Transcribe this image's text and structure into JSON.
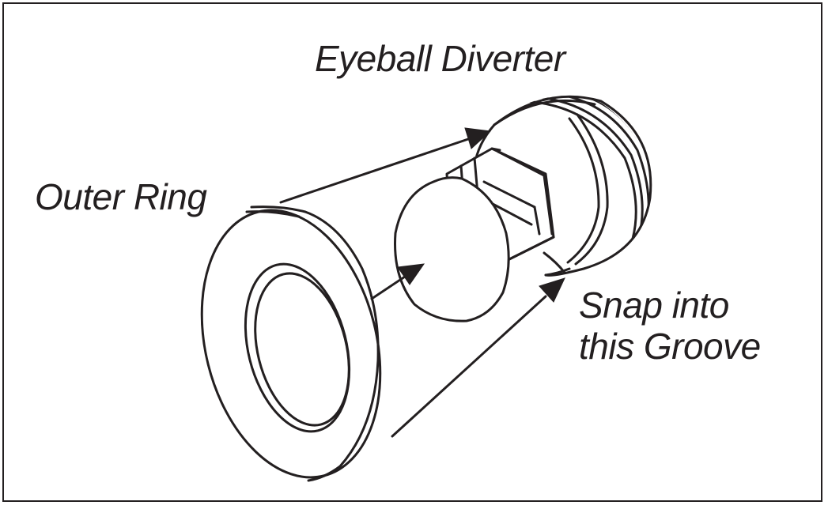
{
  "labels": {
    "eyeball_diverter": "Eyeball Diverter",
    "outer_ring": "Outer Ring",
    "snap_line1": "Snap into",
    "snap_line2": "this Groove"
  },
  "colors": {
    "ink": "#231f20",
    "paper": "#ffffff"
  }
}
